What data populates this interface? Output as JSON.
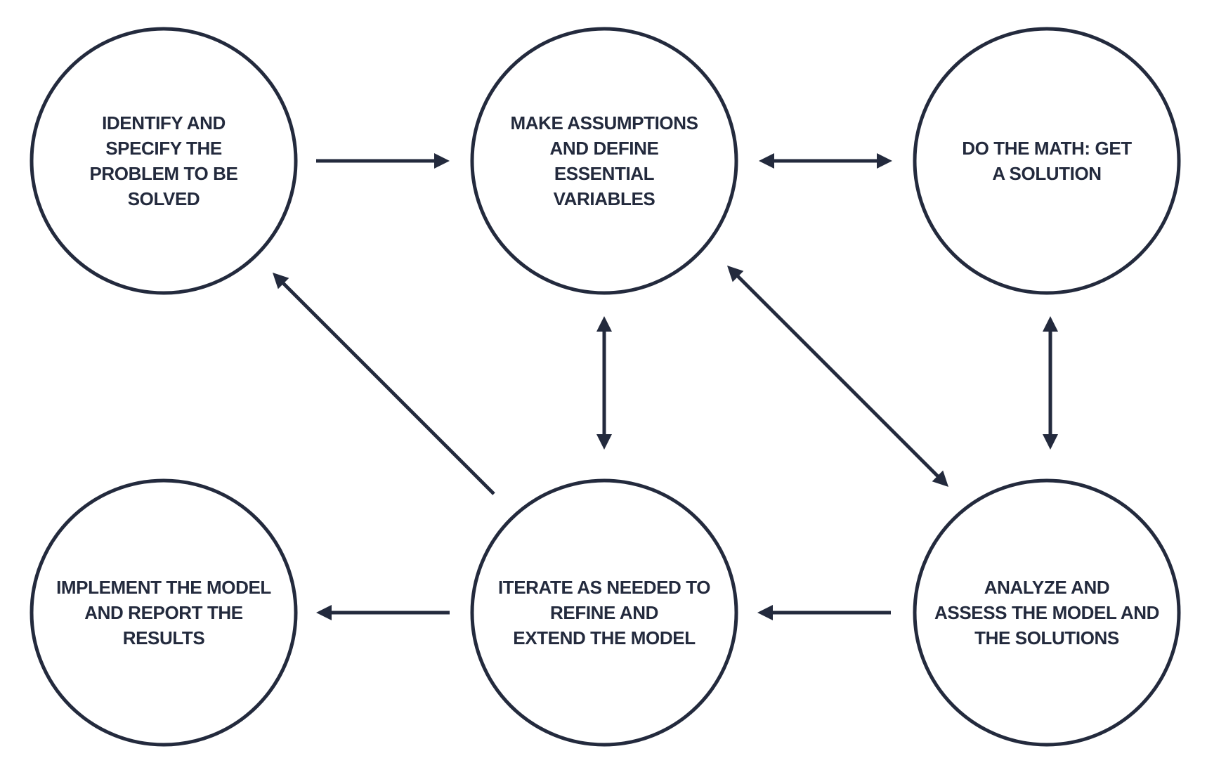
{
  "colors": {
    "ink": "#232a3d",
    "background": "#ffffff"
  },
  "nodes": [
    {
      "id": "identify",
      "lines": [
        "IDENTIFY AND",
        "SPECIFY THE",
        "PROBLEM TO BE",
        "SOLVED"
      ]
    },
    {
      "id": "assumptions",
      "lines": [
        "MAKE ASSUMPTIONS",
        "AND DEFINE",
        "ESSENTIAL",
        "VARIABLES"
      ]
    },
    {
      "id": "math",
      "lines": [
        "DO THE MATH: GET",
        "A SOLUTION"
      ]
    },
    {
      "id": "implement",
      "lines": [
        "IMPLEMENT THE MODEL",
        "AND REPORT THE",
        "RESULTS"
      ]
    },
    {
      "id": "iterate",
      "lines": [
        "ITERATE AS NEEDED TO",
        "REFINE AND",
        "EXTEND THE MODEL"
      ]
    },
    {
      "id": "analyze",
      "lines": [
        "ANALYZE AND",
        "ASSESS THE MODEL  AND",
        "THE SOLUTIONS"
      ]
    }
  ],
  "edges": [
    {
      "from": "identify",
      "to": "assumptions",
      "bidirectional": false
    },
    {
      "from": "assumptions",
      "to": "math",
      "bidirectional": true
    },
    {
      "from": "math",
      "to": "analyze",
      "bidirectional": true
    },
    {
      "from": "assumptions",
      "to": "iterate",
      "bidirectional": true
    },
    {
      "from": "assumptions",
      "to": "analyze",
      "bidirectional": true
    },
    {
      "from": "iterate",
      "to": "identify",
      "bidirectional": false
    },
    {
      "from": "analyze",
      "to": "iterate",
      "bidirectional": false
    },
    {
      "from": "iterate",
      "to": "implement",
      "bidirectional": false
    }
  ]
}
